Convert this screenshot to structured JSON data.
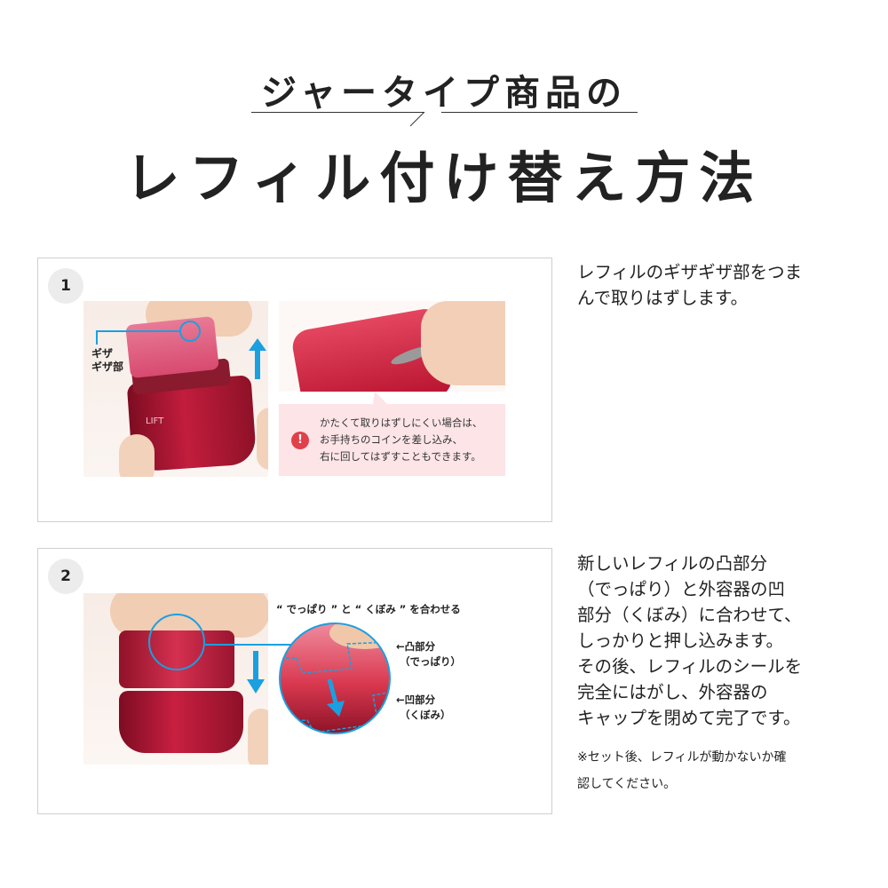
{
  "header": {
    "subtitle": "ジャータイプ商品の",
    "title": "レフィル付け替え方法"
  },
  "steps": [
    {
      "number": "1",
      "photo_label": "ギザ\nギザ部",
      "brand_text": "LIFT",
      "caution": {
        "icon": "exclamation-icon",
        "icon_glyph": "!",
        "text": "かたくて取りはずしにくい場合は、\nお手持ちのコインを差し込み、\n右に回してはずすこともできます。"
      },
      "description": "レフィルのギザギザ部をつま\nんで取りはずします。"
    },
    {
      "number": "2",
      "fit_label": "“ でっぱり ” と “ くぼみ ” を合わせる",
      "convex_label": "←凸部分\n （でっぱり）",
      "concave_label": "←凹部分\n （くぼみ）",
      "description": "新しいレフィルの凸部分\n（でっぱり）と外容器の凹\n部分（くぼみ）に合わせて、\nしっかりと押し込みます。\nその後、レフィルのシールを\n完全にはがし、外容器の\nキャップを閉めて完了です。",
      "note": "※セット後、レフィルが動かないか確\n認してください。"
    }
  ],
  "colors": {
    "accent_blue": "#1aa0e0",
    "caution_bg": "#fce4e7",
    "warn_red": "#e0404a",
    "badge_bg": "#ececec",
    "card_border": "#cfcfcf",
    "text": "#222222"
  }
}
